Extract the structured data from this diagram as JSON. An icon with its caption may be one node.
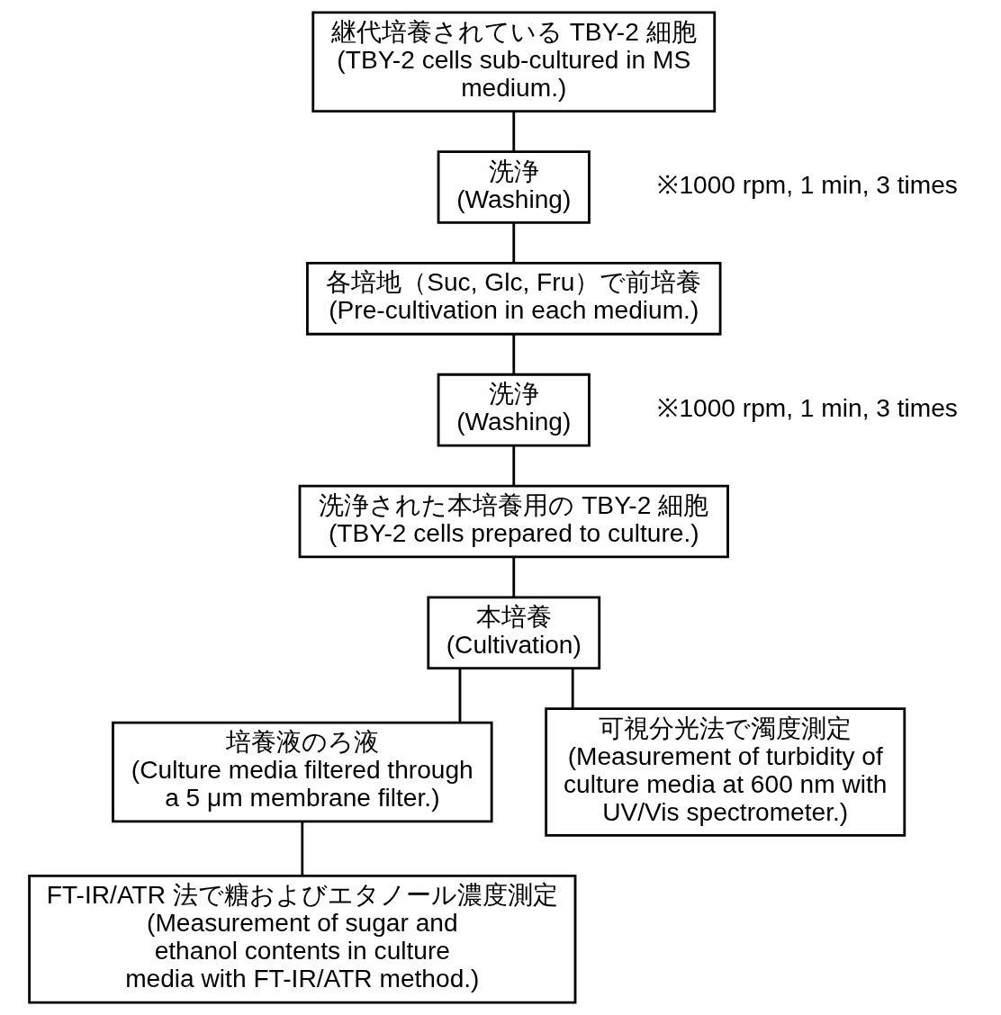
{
  "diagram": {
    "nodes": [
      {
        "text": [
          "継代培養されている TBY-2 細胞",
          "(TBY-2 cells sub-cultured in MS medium.)"
        ]
      },
      {
        "text": [
          "洗浄",
          "(Washing)"
        ],
        "beside": [
          "※1000 rpm, 1 min, 3 times"
        ]
      },
      {
        "text": [
          "各培地（Suc, Glc, Fru）で前培養",
          "(Pre-cultivation in each medium.)"
        ]
      },
      {
        "text": [
          "洗浄",
          "(Washing)"
        ],
        "beside": [
          "※1000 rpm, 1 min, 3 times"
        ]
      },
      {
        "text": [
          "洗浄された本培養用の TBY-2 細胞",
          "(TBY-2 cells prepared to culture.)"
        ]
      },
      {
        "text": [
          "本培養",
          "(Cultivation)"
        ]
      },
      {
        "text": [
          "培養液のろ液",
          "(Culture media filtered through a 5 μm membrane filter.)"
        ]
      },
      {
        "text": [
          "可視分光法で濁度測定",
          "(Measurement of turbidity of culture media at 600 nm with UV/Vis spectrometer.)"
        ]
      },
      {
        "text": [
          "FT-IR/ATR 法で糖およびエタノール濃度測定",
          "(Measurement of sugar and ethanol contents in culture media with FT-IR/ATR method.)"
        ]
      }
    ],
    "edges": [
      {
        "from": 0,
        "to": 1,
        "arrow": "none"
      },
      {
        "from": 1,
        "to": 2,
        "arrow": "none"
      },
      {
        "from": 2,
        "to": 3,
        "arrow": "none"
      },
      {
        "from": 3,
        "to": 4,
        "arrow": "none"
      },
      {
        "from": 4,
        "to": 5,
        "arrow": "none"
      },
      {
        "from": 5,
        "to": 6,
        "arrow": "none"
      },
      {
        "from": 5,
        "to": 7,
        "arrow": "none"
      },
      {
        "from": 6,
        "to": 8,
        "arrow": "none"
      }
    ]
  }
}
